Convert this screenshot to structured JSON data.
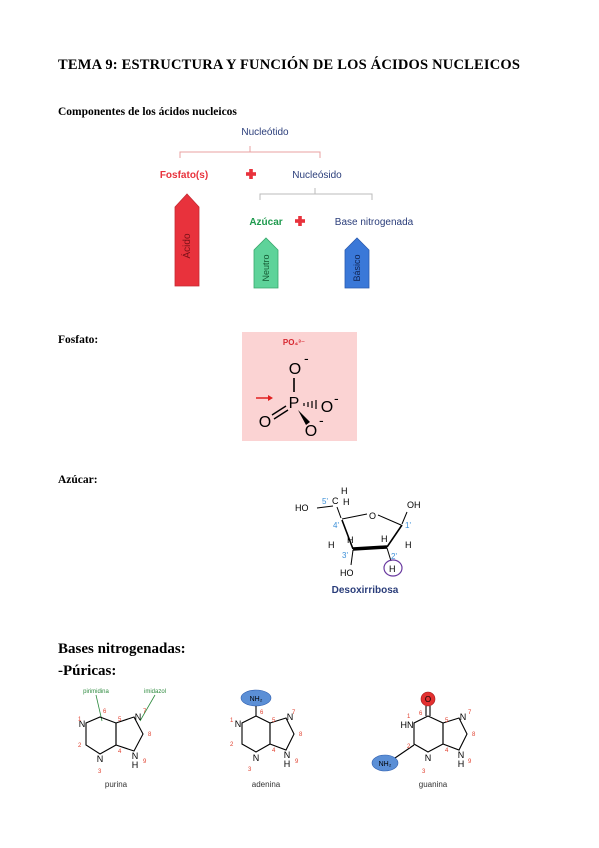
{
  "doc": {
    "title": "TEMA 9: ESTRUCTURA Y FUNCIÓN DE LOS ÁCIDOS NUCLEICOS",
    "section_components": "Componentes de los ácidos nucleicos",
    "section_fosfato": "Fosfato:",
    "section_azucar": "Azúcar:",
    "section_bases": "Bases nitrogenadas:",
    "section_puricas": "-Púricas:"
  },
  "diagram": {
    "nucleotido": "Nucleótido",
    "fosfatos": "Fosfato(s)",
    "nucleosido": "Nucleósido",
    "azucar": "Azúcar",
    "base_nitrogenada": "Base nitrogenada",
    "acido": "Ácido",
    "neutro": "Neutro",
    "basico": "Básico",
    "colors": {
      "red": "#e8323c",
      "green": "#5ed39a",
      "blue": "#3a78d8",
      "navy": "#2a3d7a",
      "dkgreen": "#1f9a4e"
    }
  },
  "phosphate": {
    "formula": "PO₄³⁻",
    "P": "P",
    "O": "O",
    "minus": "-",
    "bg": "#fbd3d3"
  },
  "sugar": {
    "name": "Desoxirribosa",
    "HO": "HO",
    "OH": "OH",
    "H": "H",
    "O": "O",
    "C": "C",
    "n1": "1'",
    "n2": "2'",
    "n3": "3'",
    "n4": "4'",
    "n5": "5'",
    "name_color": "#2a3d7a"
  },
  "bases": {
    "purina": {
      "name": "purina",
      "pirimidina": "pirimidina",
      "imidazol": "imidazol",
      "N": "N",
      "H": "H",
      "nums": [
        "1",
        "2",
        "3",
        "4",
        "5",
        "6",
        "7",
        "8",
        "9"
      ]
    },
    "adenina": {
      "name": "adenina",
      "NH2": "NH₂",
      "N": "N",
      "H": "H"
    },
    "guanina": {
      "name": "guanina",
      "O": "O",
      "NH2": "NH₂",
      "HN": "HN",
      "N": "N",
      "H": "H"
    },
    "colors": {
      "num": "#e0402f",
      "label": "#2d8a3e",
      "bubble_blue": "#5b8fd6",
      "bubble_red": "#e33030"
    }
  }
}
